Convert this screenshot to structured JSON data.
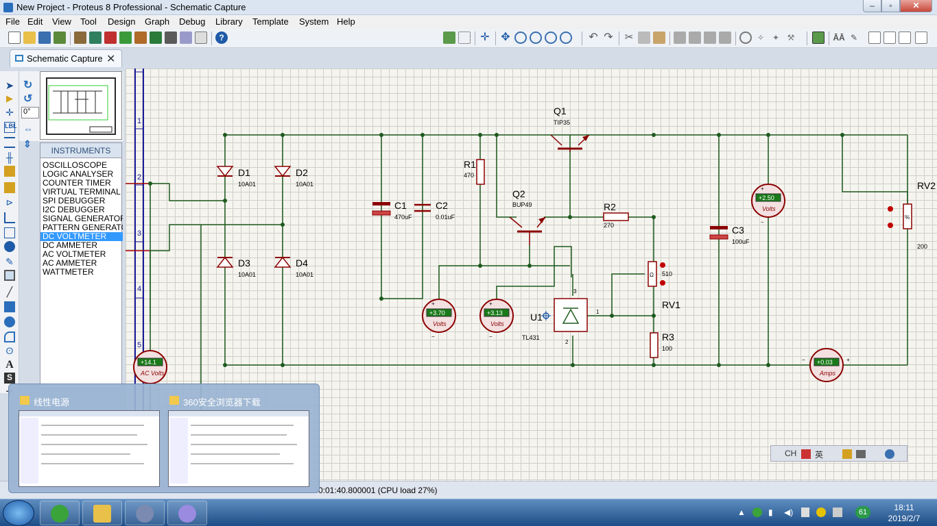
{
  "window": {
    "title": "New Project - Proteus 8 Professional - Schematic Capture"
  },
  "menu": [
    "File",
    "Edit",
    "View",
    "Tool",
    "Design",
    "Graph",
    "Debug",
    "Library",
    "Template",
    "System",
    "Help"
  ],
  "tab": {
    "label": "Schematic Capture"
  },
  "rotation": {
    "angle": "0°"
  },
  "instruments": {
    "header": "INSTRUMENTS",
    "items": [
      "OSCILLOSCOPE",
      "LOGIC ANALYSER",
      "COUNTER TIMER",
      "VIRTUAL TERMINAL",
      "SPI DEBUGGER",
      "I2C DEBUGGER",
      "SIGNAL GENERATOR",
      "PATTERN GENERATO",
      "DC VOLTMETER",
      "DC AMMETER",
      "AC VOLTMETER",
      "AC AMMETER",
      "WATTMETER"
    ],
    "selected": "DC VOLTMETER"
  },
  "schematic": {
    "bus_numbers": [
      "1",
      "2",
      "3",
      "4",
      "5"
    ],
    "components": {
      "D1": {
        "ref": "D1",
        "value": "10A01"
      },
      "D2": {
        "ref": "D2",
        "value": "10A01"
      },
      "D3": {
        "ref": "D3",
        "value": "10A01"
      },
      "D4": {
        "ref": "D4",
        "value": "10A01"
      },
      "C1": {
        "ref": "C1",
        "value": "470uF"
      },
      "C2": {
        "ref": "C2",
        "value": "0.01uF"
      },
      "C3": {
        "ref": "C3",
        "value": "100uF"
      },
      "R1": {
        "ref": "R1",
        "value": "470"
      },
      "R2": {
        "ref": "R2",
        "value": "270"
      },
      "R3": {
        "ref": "R3",
        "value": "100"
      },
      "RV1": {
        "ref": "RV1",
        "value": "510"
      },
      "RV2": {
        "ref": "RV2",
        "value": "200"
      },
      "Q1": {
        "ref": "Q1",
        "value": "TIP35"
      },
      "Q2": {
        "ref": "Q2",
        "value": "BUP49"
      },
      "U1": {
        "ref": "U1",
        "value": "TL431"
      }
    },
    "pins": {
      "u1_pin1": "1",
      "u1_pin2": "2",
      "u1_pin3": "3"
    },
    "pot_marks": {
      "rv1": "Ω",
      "rv2": "%"
    },
    "meters": {
      "ac_volts": {
        "reading": "+14.1",
        "unit": "AC Volts"
      },
      "v1": {
        "reading": "+3.70",
        "unit": "Volts"
      },
      "v2": {
        "reading": "+3.13",
        "unit": "Volts"
      },
      "v3": {
        "reading": "+2.50",
        "unit": "Volts"
      },
      "amps": {
        "reading": "+0.03",
        "unit": "Amps"
      }
    },
    "meter_signs": {
      "plus": "+",
      "minus": "−"
    }
  },
  "langbar": {
    "ch": "CH",
    "lang": "英"
  },
  "statusbar": {
    "text": "0:01:40.800001 (CPU load 27%)"
  },
  "popup": {
    "thumbs": [
      {
        "title": "线性电源"
      },
      {
        "title": "360安全浏览器下载"
      }
    ]
  },
  "taskbar": {
    "clock_time": "18:11",
    "clock_date": "2019/2/7",
    "badge": "61"
  },
  "colors": {
    "wire": "#1e5a1e",
    "component": "#8b0000",
    "selection": "#3399ff",
    "bus": "#1a1a9a"
  }
}
